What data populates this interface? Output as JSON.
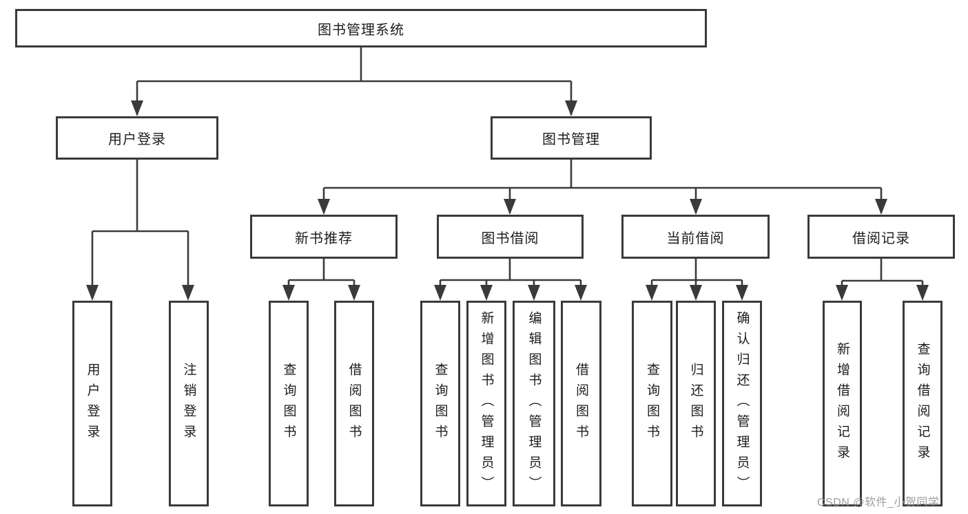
{
  "diagram": {
    "title": "图书管理系统",
    "type": "hierarchy-tree",
    "colors": {
      "background": "#ffffff",
      "box_border": "#3a3a3a",
      "connector_line": "#3a3a3a",
      "text": "#1d1d1d",
      "watermark": "#949494"
    },
    "watermark": "CSDN @软件_小贺同学",
    "tree": {
      "label": "图书管理系统",
      "children": [
        {
          "label": "用户登录",
          "children": [
            {
              "label": "用户登录"
            },
            {
              "label": "注销登录"
            }
          ]
        },
        {
          "label": "图书管理",
          "children": [
            {
              "label": "新书推荐",
              "children": [
                {
                  "label": "查询图书"
                },
                {
                  "label": "借阅图书"
                }
              ]
            },
            {
              "label": "图书借阅",
              "children": [
                {
                  "label": "查询图书"
                },
                {
                  "label": "新增图书（管理员）"
                },
                {
                  "label": "编辑图书（管理员）"
                },
                {
                  "label": "借阅图书"
                }
              ]
            },
            {
              "label": "当前借阅",
              "children": [
                {
                  "label": "查询图书"
                },
                {
                  "label": "归还图书"
                },
                {
                  "label": "确认归还（管理员）"
                }
              ]
            },
            {
              "label": "借阅记录",
              "children": [
                {
                  "label": "新增借阅记录"
                },
                {
                  "label": "查询借阅记录"
                }
              ]
            }
          ]
        }
      ]
    }
  }
}
